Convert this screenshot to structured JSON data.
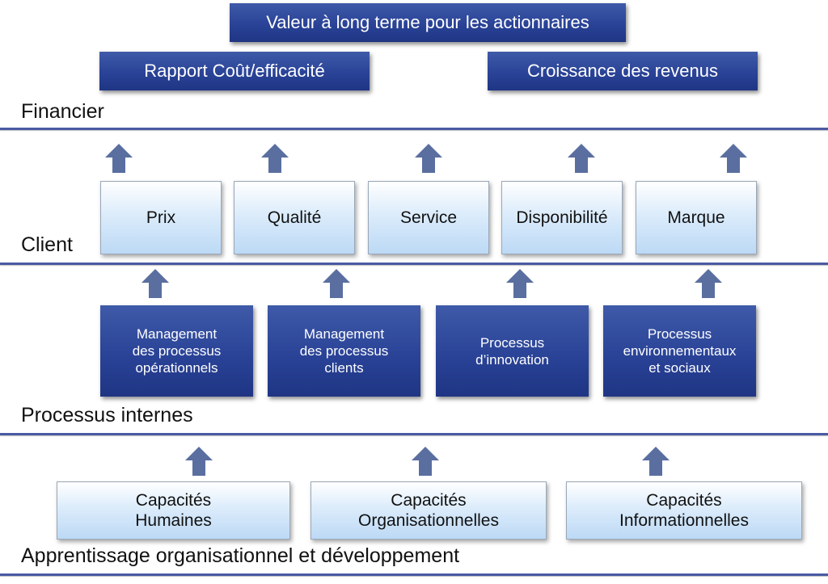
{
  "financial": {
    "top_goal": "Valeur à long terme pour les actionnaires",
    "left_goal": "Rapport Coût/efficacité",
    "right_goal": "Croissance des revenus",
    "section_label": "Financier"
  },
  "client": {
    "items": [
      "Prix",
      "Qualité",
      "Service",
      "Disponibilité",
      "Marque"
    ],
    "section_label": "Client"
  },
  "internal": {
    "items": [
      "Management\ndes processus\nopérationnels",
      "Management\ndes processus\nclients",
      "Processus\nd’innovation",
      "Processus\nenvironnementaux\net sociaux"
    ],
    "section_label": "Processus internes"
  },
  "learning": {
    "items": [
      "Capacités\nHumaines",
      "Capacités\nOrganisationnelles",
      "Capacités\nInformationnelles"
    ],
    "section_label": "Apprentissage organisationnel et développement"
  },
  "colors": {
    "dark_box": "#2a4397",
    "light_box": "#cfe4f8",
    "rule": "#4a5aa3",
    "arrow": "#5a6fa0"
  },
  "icons": {
    "arrow": "up-arrow-icon"
  }
}
